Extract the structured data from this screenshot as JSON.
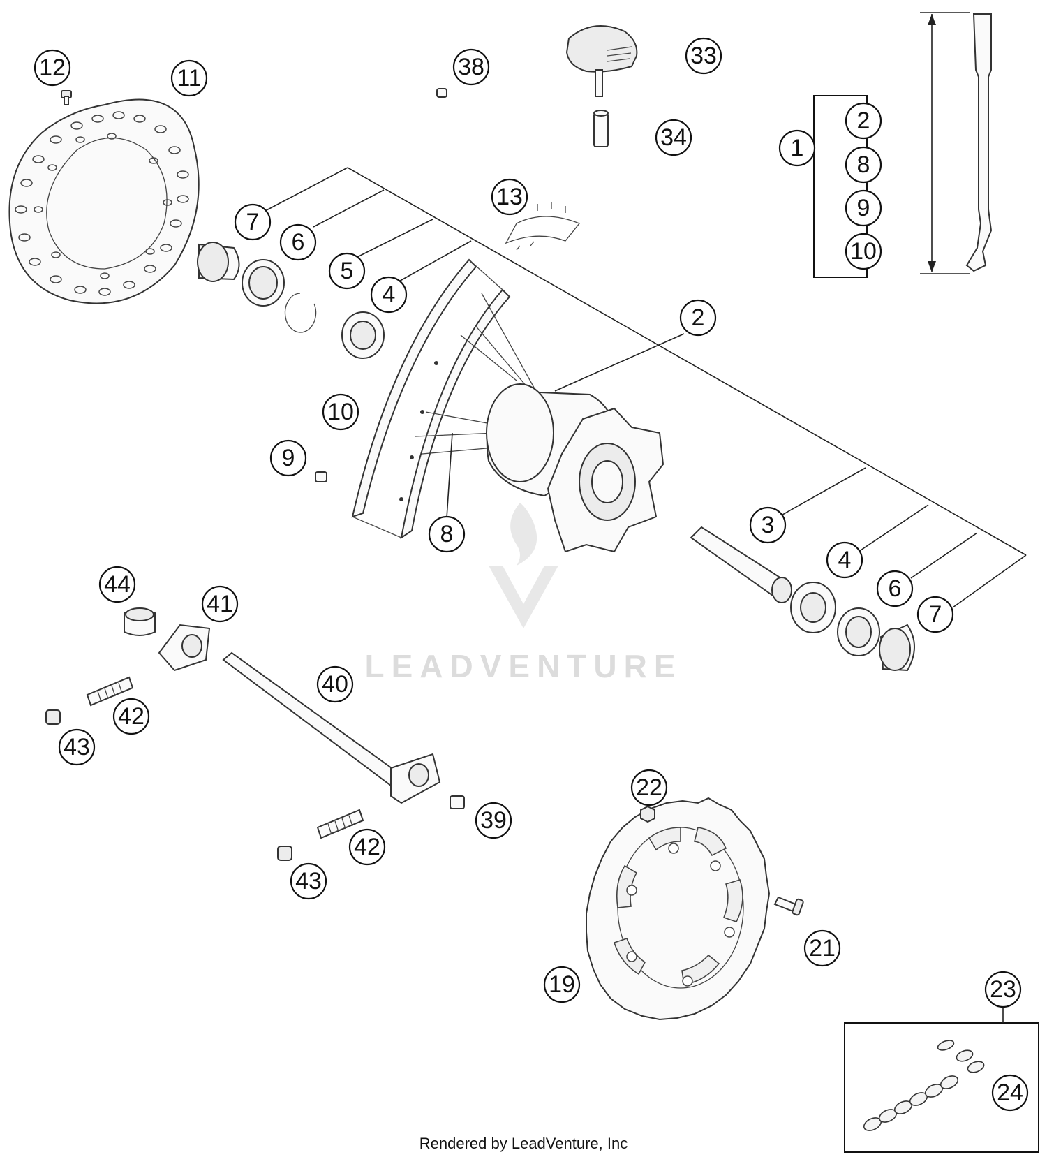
{
  "callouts": [
    {
      "id": "12",
      "label": "12"
    },
    {
      "id": "11",
      "label": "11"
    },
    {
      "id": "38",
      "label": "38"
    },
    {
      "id": "33",
      "label": "33"
    },
    {
      "id": "34",
      "label": "34"
    },
    {
      "id": "1",
      "label": "1"
    },
    {
      "id": "kit-2",
      "label": "2"
    },
    {
      "id": "kit-8",
      "label": "8"
    },
    {
      "id": "kit-9",
      "label": "9"
    },
    {
      "id": "kit-10",
      "label": "10"
    },
    {
      "id": "13",
      "label": "13"
    },
    {
      "id": "7-left",
      "label": "7"
    },
    {
      "id": "6-left",
      "label": "6"
    },
    {
      "id": "5",
      "label": "5"
    },
    {
      "id": "4-left",
      "label": "4"
    },
    {
      "id": "2",
      "label": "2"
    },
    {
      "id": "10",
      "label": "10"
    },
    {
      "id": "9",
      "label": "9"
    },
    {
      "id": "8",
      "label": "8"
    },
    {
      "id": "3",
      "label": "3"
    },
    {
      "id": "4-right",
      "label": "4"
    },
    {
      "id": "6-right",
      "label": "6"
    },
    {
      "id": "7-right",
      "label": "7"
    },
    {
      "id": "44",
      "label": "44"
    },
    {
      "id": "41",
      "label": "41"
    },
    {
      "id": "40",
      "label": "40"
    },
    {
      "id": "42-top",
      "label": "42"
    },
    {
      "id": "43-top",
      "label": "43"
    },
    {
      "id": "39",
      "label": "39"
    },
    {
      "id": "42-bottom",
      "label": "42"
    },
    {
      "id": "43-bottom",
      "label": "43"
    },
    {
      "id": "22",
      "label": "22"
    },
    {
      "id": "21",
      "label": "21"
    },
    {
      "id": "19",
      "label": "19"
    },
    {
      "id": "23",
      "label": "23"
    },
    {
      "id": "24",
      "label": "24"
    }
  ],
  "watermark": "LEADVENTURE",
  "credit": "Rendered by LeadVenture, Inc"
}
